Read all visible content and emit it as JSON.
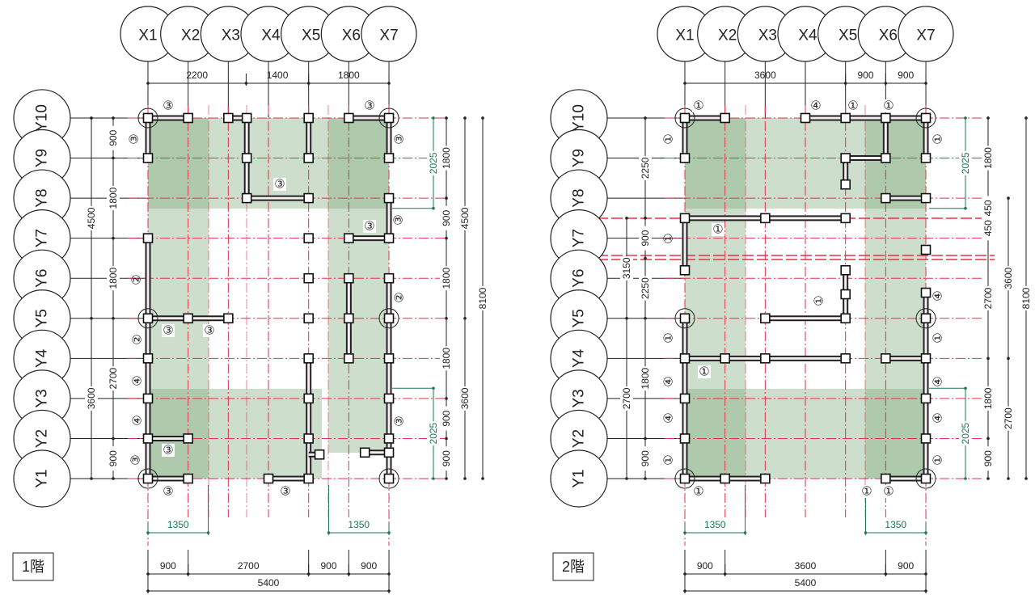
{
  "grid": {
    "x_labels": [
      "X1",
      "X2",
      "X3",
      "X4",
      "X5",
      "X6",
      "X7"
    ],
    "y_labels": [
      "Y1",
      "Y2",
      "Y3",
      "Y4",
      "Y5",
      "Y6",
      "Y7",
      "Y8",
      "Y9",
      "Y10"
    ]
  },
  "colors": {
    "grid_line": "#222222",
    "center_line": "#e2304a",
    "shading": "#7fa87a",
    "green_dimension": "#1a7a50"
  },
  "floor1": {
    "title": "1階",
    "dims": {
      "top": [
        "2200",
        "1400",
        "1800"
      ],
      "left_inner": [
        "900",
        "1800",
        "1800",
        "2700",
        "900"
      ],
      "left_outer": [
        "4500",
        "3600"
      ],
      "right_inner": [
        "1800",
        "900",
        "1800",
        "1800",
        "900",
        "900"
      ],
      "right_outer": [
        "4500",
        "3600"
      ],
      "right_total": "8100",
      "green_v": [
        "2025",
        "2025"
      ],
      "green_h": [
        "1350",
        "1350"
      ],
      "bottom": [
        "900",
        "2700",
        "900",
        "900"
      ],
      "bottom_total": "5400"
    },
    "wall_labels": [
      "③",
      "③",
      "③",
      "③",
      "③",
      "③",
      "③",
      "②",
      "②",
      "③",
      "③",
      "②",
      "④",
      "④",
      "③",
      "③",
      "③",
      "③",
      "③"
    ]
  },
  "floor2": {
    "title": "2階",
    "dims": {
      "top": [
        "3600",
        "900",
        "900"
      ],
      "left_inner": [
        "2250",
        "900",
        "2250",
        "1800",
        "900"
      ],
      "left_outer": [
        "3150",
        "2700"
      ],
      "right_inner": [
        "1800",
        "450",
        "450",
        "2700",
        "1800",
        "900"
      ],
      "right_outer": [
        "3600",
        "2700"
      ],
      "right_total": "8100",
      "green_v": [
        "2025",
        "2025"
      ],
      "green_h": [
        "1350",
        "1350"
      ],
      "bottom": [
        "900",
        "3600",
        "900"
      ],
      "bottom_total": "5400"
    },
    "wall_labels": [
      "①",
      "④",
      "①",
      "①",
      "①",
      "①",
      "①",
      "①",
      "①",
      "④",
      "①",
      "①",
      "①",
      "④",
      "④",
      "④",
      "④",
      "①",
      "①",
      "①",
      "①",
      "①"
    ]
  }
}
